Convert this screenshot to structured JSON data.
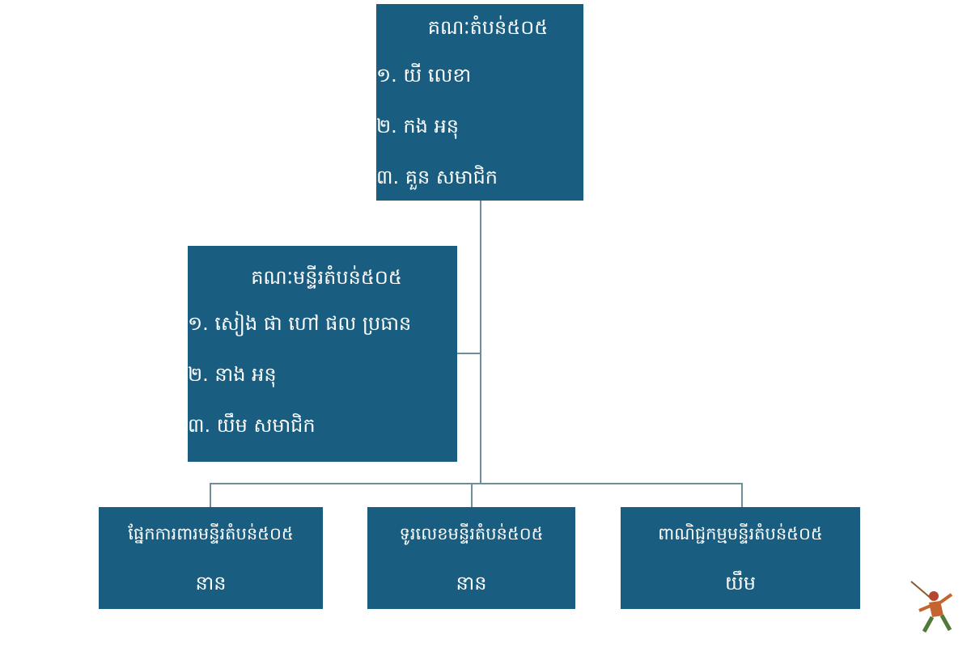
{
  "colors": {
    "box": "#195e80",
    "connector": "#6f8e9c",
    "text": "#ffffff"
  },
  "top_committee": {
    "title": "គណៈតំបន់៥០៥",
    "members": [
      "១. យី លេខា",
      "២. កង អនុ",
      "៣. គួន សមាជិក"
    ]
  },
  "office_committee": {
    "title": "គណៈមន្ទីរតំបន់៥០៥",
    "members": [
      "១. សៀង ផា ហៅ ផល ប្រធាន",
      "២. នាង អនុ",
      "៣. យឹម សមាជិក"
    ]
  },
  "departments": [
    {
      "title": "ផ្នែកការពារមន្ទីរតំបន់៥០៥",
      "head": "នាន"
    },
    {
      "title": "ទូរលេខមន្ទីរតំបន់៥០៥",
      "head": "នាន"
    },
    {
      "title": "ពាណិជ្ជកម្មមន្ទីរតំបន់៥០៥",
      "head": "យឹម"
    }
  ]
}
